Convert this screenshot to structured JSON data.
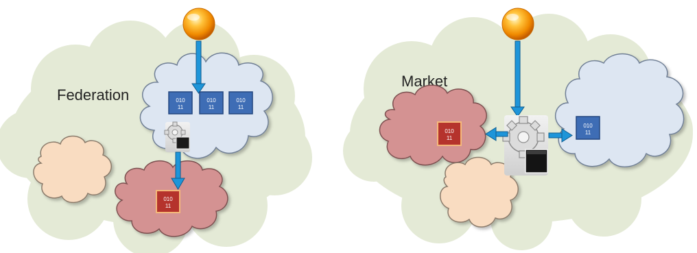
{
  "colors": {
    "background_cloud": "#e4ead6",
    "blue_cloud": "#dde6f2",
    "blue_cloud_edge": "#6f7f95",
    "red_cloud": "#d49292",
    "red_cloud_edge": "#7c5050",
    "peach_cloud": "#f9dcc1",
    "peach_cloud_edge": "#8a7a6a",
    "blue_block": "#3e6db5",
    "red_block": "#b5332c",
    "arrow": "#1e95d9",
    "arrow_edge": "#0f5c8e"
  },
  "icons": [
    "orb-icon",
    "gear-terminal-icon",
    "data-block-icon"
  ],
  "federation": {
    "title": "Federation",
    "blue_blocks": [
      {
        "line1": "010",
        "line2": "11"
      },
      {
        "line1": "010",
        "line2": "11"
      },
      {
        "line1": "010",
        "line2": "11"
      }
    ],
    "red_block": {
      "line1": "010",
      "line2": "11"
    }
  },
  "market": {
    "title": "Market",
    "blue_block": {
      "line1": "010",
      "line2": "11"
    },
    "red_block": {
      "line1": "010",
      "line2": "11"
    }
  }
}
